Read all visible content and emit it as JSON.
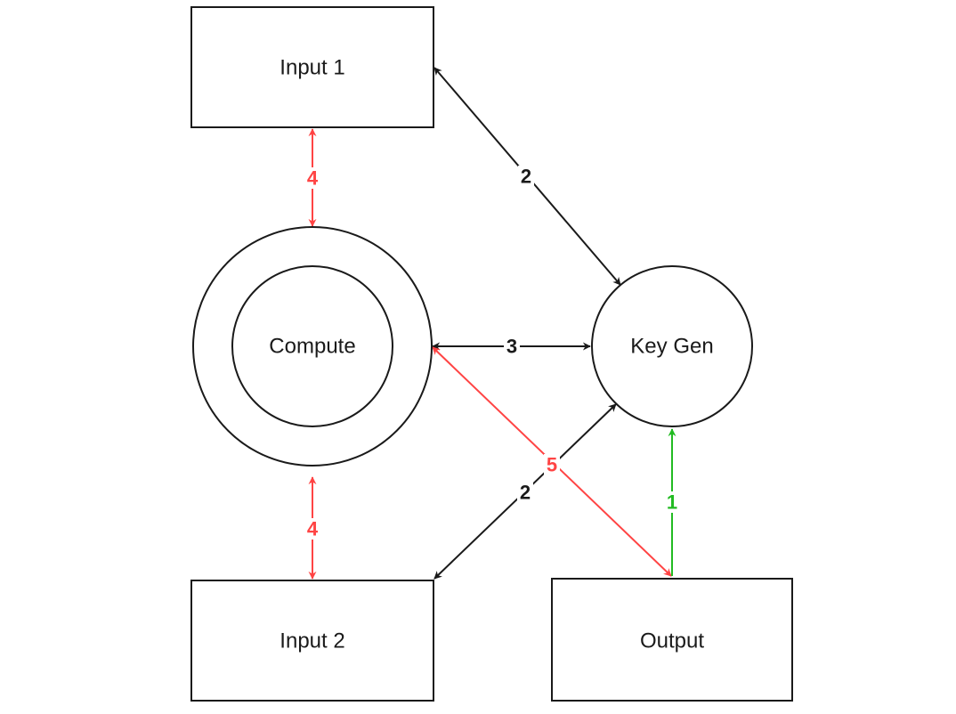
{
  "colors": {
    "stroke": "#1a1a1a",
    "black_edge": "#1a1a1a",
    "red_edge": "#ff4444",
    "green_edge": "#22bb22",
    "background": "#ffffff"
  },
  "nodes": {
    "input1": {
      "label": "Input 1",
      "shape": "rectangle"
    },
    "input2": {
      "label": "Input 2",
      "shape": "rectangle"
    },
    "output": {
      "label": "Output",
      "shape": "rectangle"
    },
    "compute": {
      "label": "Compute",
      "shape": "double-circle"
    },
    "keygen": {
      "label": "Key Gen",
      "shape": "circle"
    }
  },
  "edges": [
    {
      "id": "input1-keygen",
      "from": "input1",
      "to": "keygen",
      "label": "2",
      "color": "black",
      "direction": "both"
    },
    {
      "id": "compute-keygen",
      "from": "compute",
      "to": "keygen",
      "label": "3",
      "color": "black",
      "direction": "both"
    },
    {
      "id": "input2-keygen",
      "from": "input2",
      "to": "keygen",
      "label": "2",
      "color": "black",
      "direction": "both"
    },
    {
      "id": "input1-compute",
      "from": "input1",
      "to": "compute",
      "label": "4",
      "color": "red",
      "direction": "both"
    },
    {
      "id": "compute-input2",
      "from": "compute",
      "to": "input2",
      "label": "4",
      "color": "red",
      "direction": "both"
    },
    {
      "id": "compute-output",
      "from": "compute",
      "to": "output",
      "label": "5",
      "color": "red",
      "direction": "both"
    },
    {
      "id": "output-keygen",
      "from": "output",
      "to": "keygen",
      "label": "1",
      "color": "green",
      "direction": "forward"
    }
  ]
}
